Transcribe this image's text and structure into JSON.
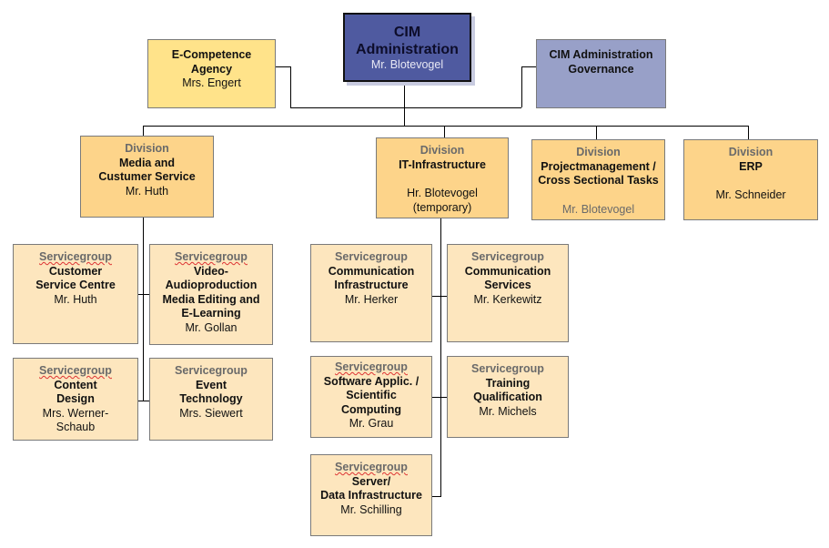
{
  "top": {
    "title": "CIM\nAdministration",
    "name": "Mr. Blotevogel",
    "color": "#4F5AA0"
  },
  "ecompetence": {
    "title": "E-Competence\nAgency",
    "name": "Mrs. Engert",
    "color": "#FFE38A"
  },
  "governance": {
    "title": "CIM Administration\nGovernance",
    "color": "#98A0C8"
  },
  "divisions": [
    {
      "label": "Division",
      "title": "Media and\nCustumer  Service",
      "name": "Mr. Huth"
    },
    {
      "label": "Division",
      "title": "IT-Infrastructure",
      "name": "Hr. Blotevogel\n(temporary)"
    },
    {
      "label": "Division",
      "title": "Projectmanagement /\nCross Sectional Tasks",
      "name": "Mr. Blotevogel"
    },
    {
      "label": "Division",
      "title": "ERP",
      "name": "Mr. Schneider"
    }
  ],
  "servicegroups": [
    {
      "label": "Servicegroup",
      "title": "Customer\nService Centre",
      "name": "Mr. Huth"
    },
    {
      "label": "Servicegroup",
      "title": "Video-\nAudioproduction\nMedia Editing and\nE-Learning",
      "name": "Mr. Gollan"
    },
    {
      "label": "Servicegroup",
      "title": "Content\nDesign",
      "name": "Mrs. Werner-\nSchaub"
    },
    {
      "label": "Servicegroup",
      "title": "Event\nTechnology",
      "name": "Mrs. Siewert"
    },
    {
      "label": "Servicegroup",
      "title": "Communication\nInfrastructure",
      "name": "Mr. Herker"
    },
    {
      "label": "Servicegroup",
      "title": "Communication\nServices",
      "name": "Mr. Kerkewitz"
    },
    {
      "label": "Servicegroup",
      "title": "Software Applic. /\nScientific\nComputing",
      "name": "Mr. Grau"
    },
    {
      "label": "Servicegroup",
      "title": "Training\nQualification",
      "name": "Mr. Michels"
    },
    {
      "label": "Servicegroup",
      "title": "Server/\nData Infrastructure",
      "name": "Mr. Schilling"
    }
  ]
}
